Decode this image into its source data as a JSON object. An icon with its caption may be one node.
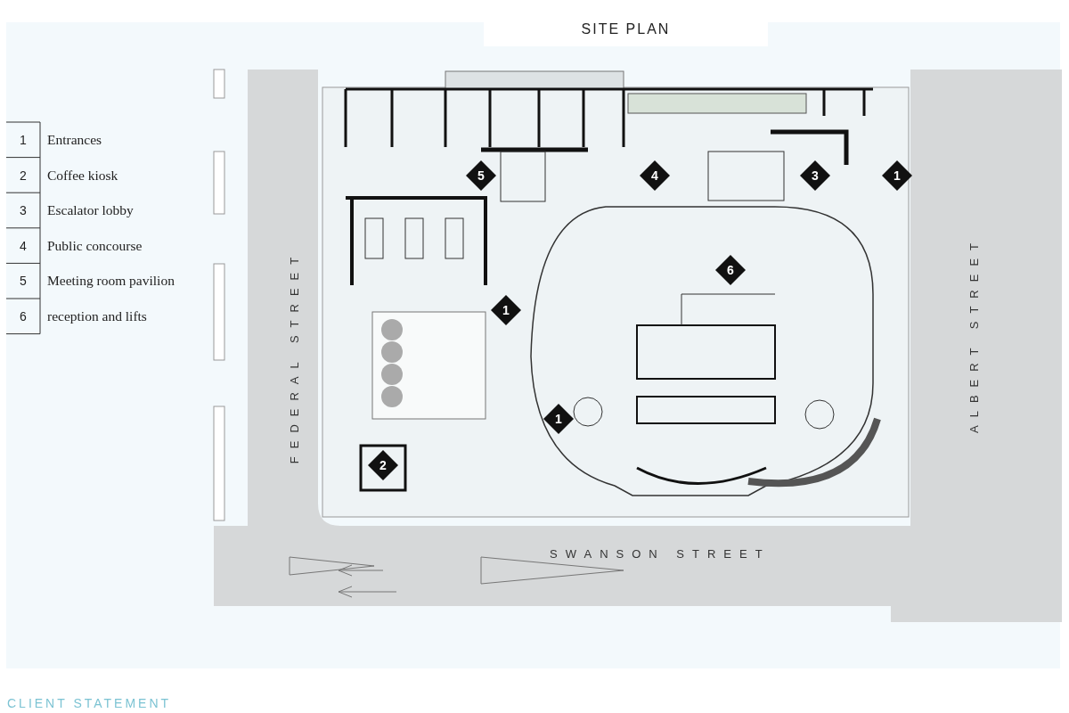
{
  "diagram": {
    "title": "SITE PLAN",
    "nodes": [
      {
        "text": [
          "5"
        ]
      },
      {
        "text": [
          "4"
        ]
      },
      {
        "text": [
          "3"
        ]
      },
      {
        "text": [
          "1"
        ]
      },
      {
        "text": [
          "6"
        ]
      },
      {
        "text": [
          "1"
        ]
      },
      {
        "text": [
          "1"
        ]
      },
      {
        "text": [
          "2"
        ]
      }
    ],
    "labels": [
      "1",
      "Entrances",
      "2",
      "Coffee kiosk",
      "3",
      "Escalator lobby",
      "4",
      "Public concourse",
      "5",
      "Meeting room pavilion",
      "6",
      "reception and lifts",
      "FEDERAL STREET",
      "ALBERT STREET",
      "SWANSON STREET",
      "CLIENT STATEMENT"
    ]
  }
}
